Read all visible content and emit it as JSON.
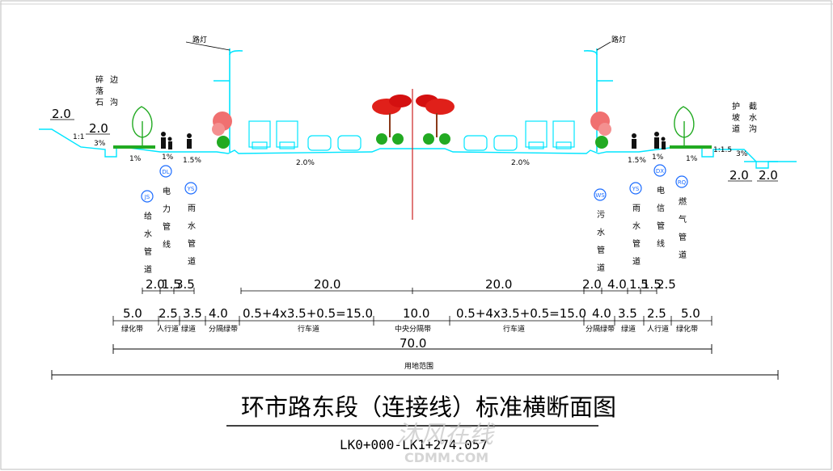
{
  "colors": {
    "road": "#00e5ff",
    "pipe_circle": "#1c6cff",
    "tree_green": "#22aa22",
    "flower_red": "#e0201a",
    "tree_pink": "#f07070",
    "centerline": "#cc2222"
  },
  "labels": {
    "street_lamp_left": "路灯",
    "street_lamp_right": "路灯",
    "left_side_ditch": "碎落边沟",
    "left_side_ditch_2": "石",
    "right_ditch_a": "护坡道",
    "right_ditch_b": "截水沟",
    "slope_left": "1:1",
    "slope_right": "1:1.5",
    "grade_3pct_left": "3%",
    "grade_3pct_right": "3%",
    "grade_1pct_a": "1%",
    "grade_1pct_b": "1%",
    "grade_15pct_left": "1.5%",
    "grade_2pct_left": "2.0%",
    "grade_2pct_right": "2.0%",
    "grade_15pct_right": "1.5%",
    "grade_1pct_c": "1%",
    "grade_1pct_d": "1%",
    "dim_2_0_a": "2.0",
    "dim_2_0_b": "2.0",
    "dim_2_0_c": "2.0",
    "dim_2_0_d": "2.0"
  },
  "pipes_left": [
    {
      "code": "JS",
      "label": "给水管道"
    },
    {
      "code": "DL",
      "label": "电力管线"
    },
    {
      "code": "YS",
      "label": "雨水管道"
    }
  ],
  "pipes_right": [
    {
      "code": "WS",
      "label": "污水管道"
    },
    {
      "code": "YS",
      "label": "雨水管道"
    },
    {
      "code": "DX",
      "label": "电信管线"
    },
    {
      "code": "RQ",
      "label": "燃气管道"
    }
  ],
  "dims_row1": [
    "2.0",
    "1.5",
    "3.5",
    "20.0",
    "20.0",
    "2.0",
    "4.0",
    "1.5",
    "1.5",
    "2.5"
  ],
  "dims_row2": [
    "5.0",
    "2.5",
    "3.5",
    "4.0",
    "0.5+4x3.5+0.5=15.0",
    "10.0",
    "0.5+4x3.5+0.5=15.0",
    "4.0",
    "3.5",
    "2.5",
    "5.0"
  ],
  "dims_row2_names": [
    "绿化带",
    "人行道",
    "绿道",
    "分隔绿带",
    "行车道",
    "中央分隔带",
    "行车道",
    "分隔绿带",
    "绿道",
    "人行道",
    "绿化带"
  ],
  "total_width": "70.0",
  "land_use": "用地范围",
  "title": "环市路东段（连接线）标准横断面图",
  "subtitle": "LK0+000-LK1+274.057",
  "watermark": "沐风在线",
  "watermark_url": "CDMM.COM"
}
